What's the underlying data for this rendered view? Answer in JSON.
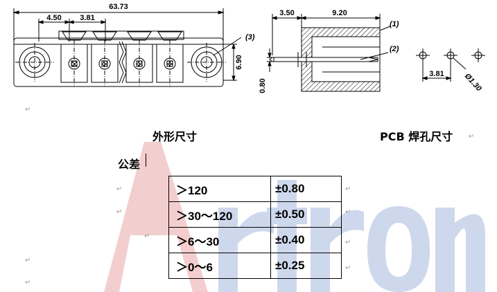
{
  "drawing": {
    "front_view": {
      "overall_length": "63.73",
      "pitch_offset": "4.50",
      "pitch": "3.81",
      "height": "6.90",
      "callout": "(3)"
    },
    "side_view": {
      "pin_tail": "3.50",
      "body_depth": "9.20",
      "pin_thickness": "0.80",
      "callout_1": "(1)",
      "callout_2": "(2)"
    },
    "pcb_holes": {
      "hole_pitch": "3.81",
      "hole_diameter": "Ø1.30"
    }
  },
  "captions": {
    "outline_dimensions": "外形尺寸",
    "pcb_holes": "PCB 焊孔尺寸"
  },
  "tolerance": {
    "label": "公差",
    "rows": [
      {
        "range": "＞120",
        "value": "±0.80"
      },
      {
        "range": "＞30～120",
        "value": "±0.50"
      },
      {
        "range": "＞6～30",
        "value": "±0.40"
      },
      {
        "range": "＞0～6",
        "value": "±0.25"
      }
    ]
  },
  "paragraph_mark": "↵",
  "colors": {
    "watermark_red": "#f2c6c6",
    "watermark_blue": "#c9d4ea"
  }
}
